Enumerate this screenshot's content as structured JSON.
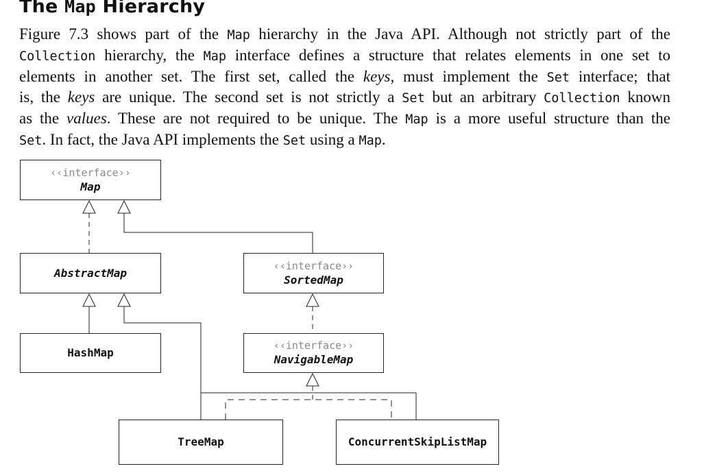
{
  "heading": {
    "prefix": "The ",
    "code": "Map",
    "suffix": " Hierarchy"
  },
  "paragraph": {
    "l1": {
      "a": "Figure 7.3 shows part of the ",
      "b": "Map",
      "c": " hierarchy in the Java API. Although not strictly part of the"
    },
    "l2": {
      "a": "Collection",
      "b": " hierarchy, the ",
      "c": "Map",
      "d": " interface defines a structure that relates  elements in one set to"
    },
    "l3": {
      "a": "elements in another set. The first set, called the ",
      "b": "keys",
      "c": ", must implement the ",
      "d": "Set",
      "e": " interface; that"
    },
    "l4": {
      "a": "is, the ",
      "b": "keys",
      "c": " are unique. The second set is not strictly a ",
      "d": "Set",
      "e": " but an arbitrary ",
      "f": "Collection",
      "g": " known"
    },
    "l5": {
      "a": "as the ",
      "b": "values",
      "c": ". These are not required to be unique. The ",
      "d": "Map",
      "e": " is a more useful structure than the"
    },
    "l6": {
      "a": "Set",
      "b": ". In fact, the Java API implements the ",
      "c": "Set",
      "d": " using a ",
      "e": "Map",
      "f": "."
    }
  },
  "diagram": {
    "map": {
      "stereotype": "‹‹interface››",
      "name": "Map"
    },
    "abstract_map": {
      "name": "AbstractMap"
    },
    "sorted_map": {
      "stereotype": "‹‹interface››",
      "name": "SortedMap"
    },
    "hash_map": {
      "name": "HashMap"
    },
    "navigable_map": {
      "stereotype": "‹‹interface››",
      "name": "NavigableMap"
    },
    "tree_map": {
      "name": "TreeMap"
    },
    "concurrent_skip_list_map": {
      "name": "ConcurrentSkipListMap"
    }
  }
}
